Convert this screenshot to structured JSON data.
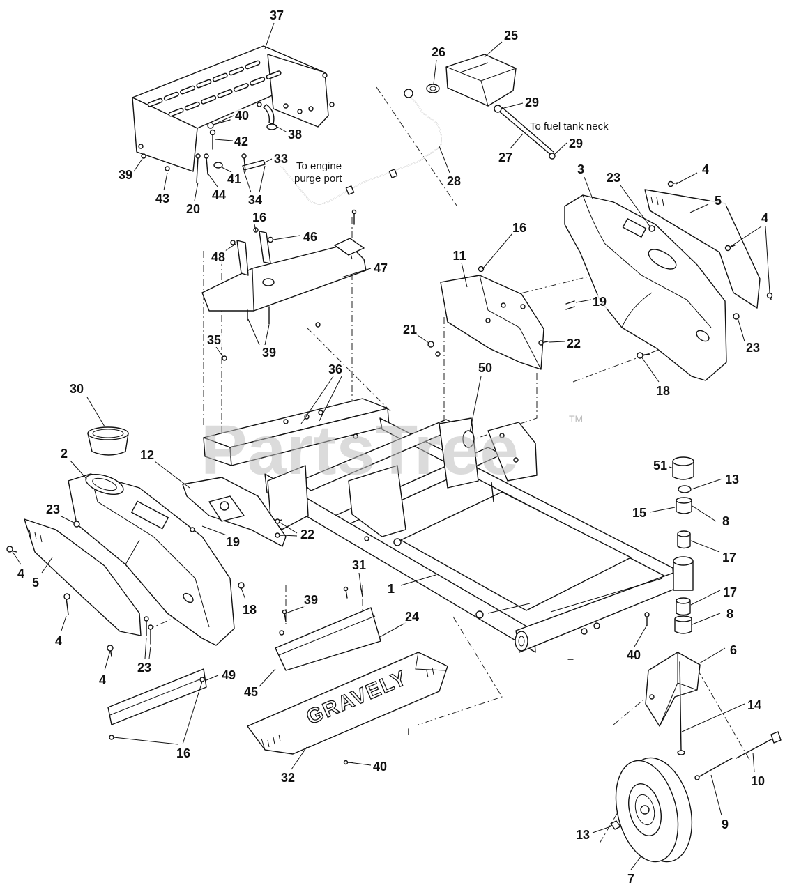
{
  "callouts": [
    "37",
    "40",
    "38",
    "42",
    "39",
    "43",
    "20",
    "44",
    "41",
    "33",
    "34",
    "26",
    "25",
    "29",
    "29",
    "27",
    "28",
    "3",
    "23",
    "4",
    "5",
    "4",
    "16",
    "46",
    "48",
    "47",
    "16",
    "11",
    "19",
    "22",
    "23",
    "18",
    "21",
    "35",
    "39",
    "36",
    "50",
    "30",
    "2",
    "12",
    "23",
    "4",
    "5",
    "4",
    "4",
    "23",
    "19",
    "22",
    "18",
    "51",
    "13",
    "15",
    "8",
    "17",
    "17",
    "8",
    "6",
    "14",
    "10",
    "9",
    "13",
    "7",
    "1",
    "31",
    "39",
    "24",
    "40",
    "49",
    "45",
    "16",
    "32",
    "40"
  ],
  "notes": {
    "fuel_tank": "To fuel tank neck",
    "engine_purge_line1": "To engine",
    "engine_purge_line2": "purge port"
  },
  "deck_logo": "GRAVELY",
  "watermark": {
    "text": "PartsTree",
    "tm": "TM"
  }
}
